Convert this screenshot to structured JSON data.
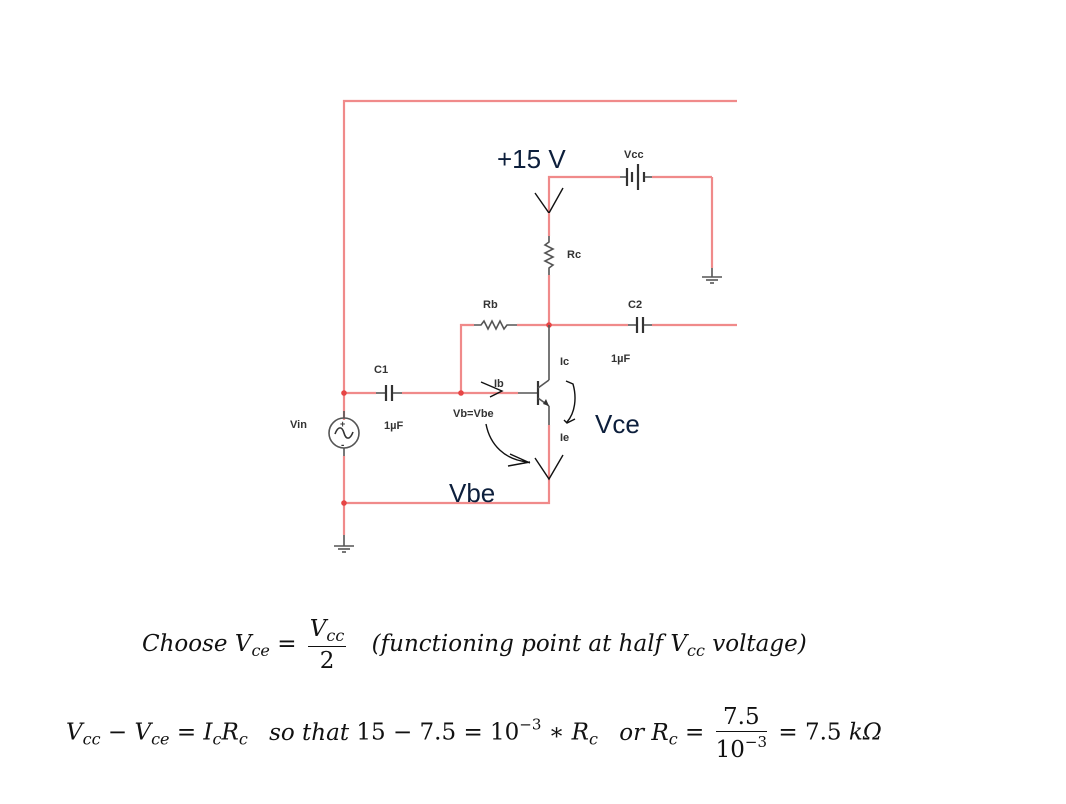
{
  "diagram": {
    "title": "Common-emitter BJT amplifier bias circuit",
    "supply_label": "+15 V",
    "battery_label": "Vcc",
    "resistor_collector_label": "Rc",
    "resistor_base_label": "Rb",
    "capacitor_out_label": "C2",
    "capacitor_out_value": "1µF",
    "capacitor_in_label": "C1",
    "capacitor_in_value": "1µF",
    "source_label": "Vin",
    "source_plus": "+",
    "source_minus": "-",
    "current_collector_label": "Ic",
    "current_base_label": "Ib",
    "current_emitter_label": "Ie",
    "base_voltage_note": "Vb=Vbe",
    "vce_annotation": "Vce",
    "vbe_annotation": "Vbe",
    "colors": {
      "wire": "#f08a8a",
      "node": "#e64545",
      "component": "#555555",
      "annotation_text": "#0d1f3c"
    }
  },
  "equations": {
    "line1": {
      "prefix": "Choose V",
      "prefix_sub": "ce",
      "equals": "=",
      "frac_num": "V",
      "frac_num_sub": "cc",
      "frac_den": "2",
      "note_open": "(functioning point at half V",
      "note_sub": "cc",
      "note_close": "voltage)"
    },
    "line2": {
      "t1": "V",
      "t1_sub": "cc",
      "minus": "−",
      "t2": "V",
      "t2_sub": "ce",
      "eq1": "=",
      "t3": "I",
      "t3_sub": "c",
      "t4": "R",
      "t4_sub": "c",
      "so_that": "so that",
      "expr": "15 − 7.5 = 10",
      "exp": "−3",
      "times": "∗ R",
      "times_sub": "c",
      "or": "or R",
      "or_sub": "c",
      "eq2": "=",
      "frac_num": "7.5",
      "frac_den": "10",
      "frac_den_exp": "−3",
      "result": "= 7.5",
      "unit": "kΩ"
    }
  }
}
